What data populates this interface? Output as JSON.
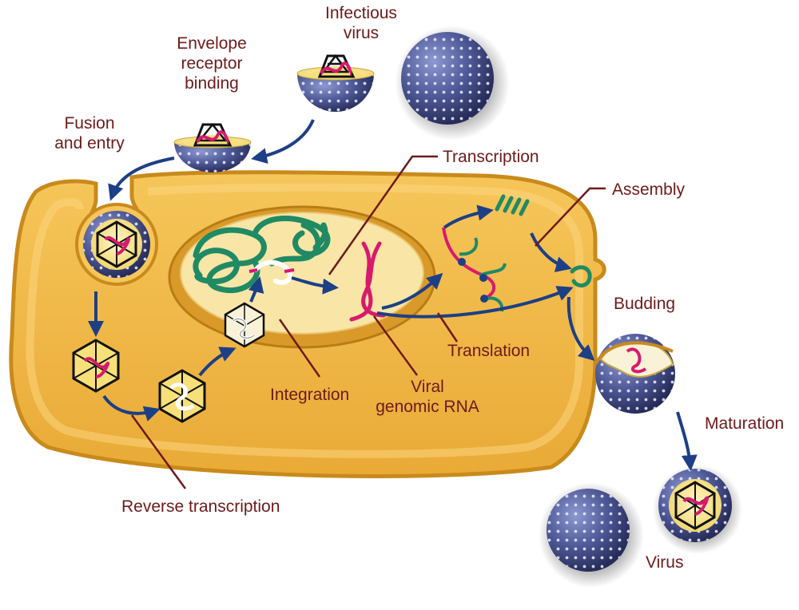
{
  "labels": {
    "infectious_virus": [
      "Infectious",
      "virus"
    ],
    "envelope_receptor_binding": [
      "Envelope",
      "receptor",
      "binding"
    ],
    "fusion_and_entry": [
      "Fusion",
      "and entry"
    ],
    "transcription": "Transcription",
    "assembly": "Assembly",
    "budding": "Budding",
    "translation": "Translation",
    "integration": "Integration",
    "viral_genomic_rna": [
      "Viral",
      "genomic RNA"
    ],
    "reverse_transcription": "Reverse transcription",
    "maturation": "Maturation",
    "virus": "Virus"
  },
  "colors": {
    "cell_fill": "#f1b94a",
    "cell_outline": "#c98a1c",
    "nucleus_fill": "#f9e5a6",
    "virus_sphere": "#4e5896",
    "capsid_core": "#f7e07a",
    "viral_rna": "#d81a6e",
    "host_dna": "#1f8a64",
    "arrow": "#1d3f86",
    "label_text": "#6e1a1a"
  }
}
